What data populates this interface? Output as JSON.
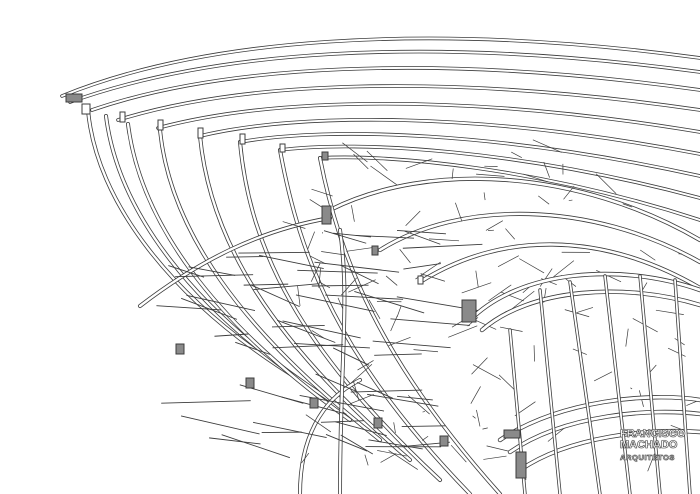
{
  "logo": {
    "line1": "FRANCISCO",
    "line2": "MACHADO",
    "line3": "ARQUITETOS"
  },
  "colors": {
    "line": "#3c3c3c",
    "fill_light": "#ffffff",
    "fill_dark": "#8a8a8a",
    "background": "#ffffff"
  }
}
